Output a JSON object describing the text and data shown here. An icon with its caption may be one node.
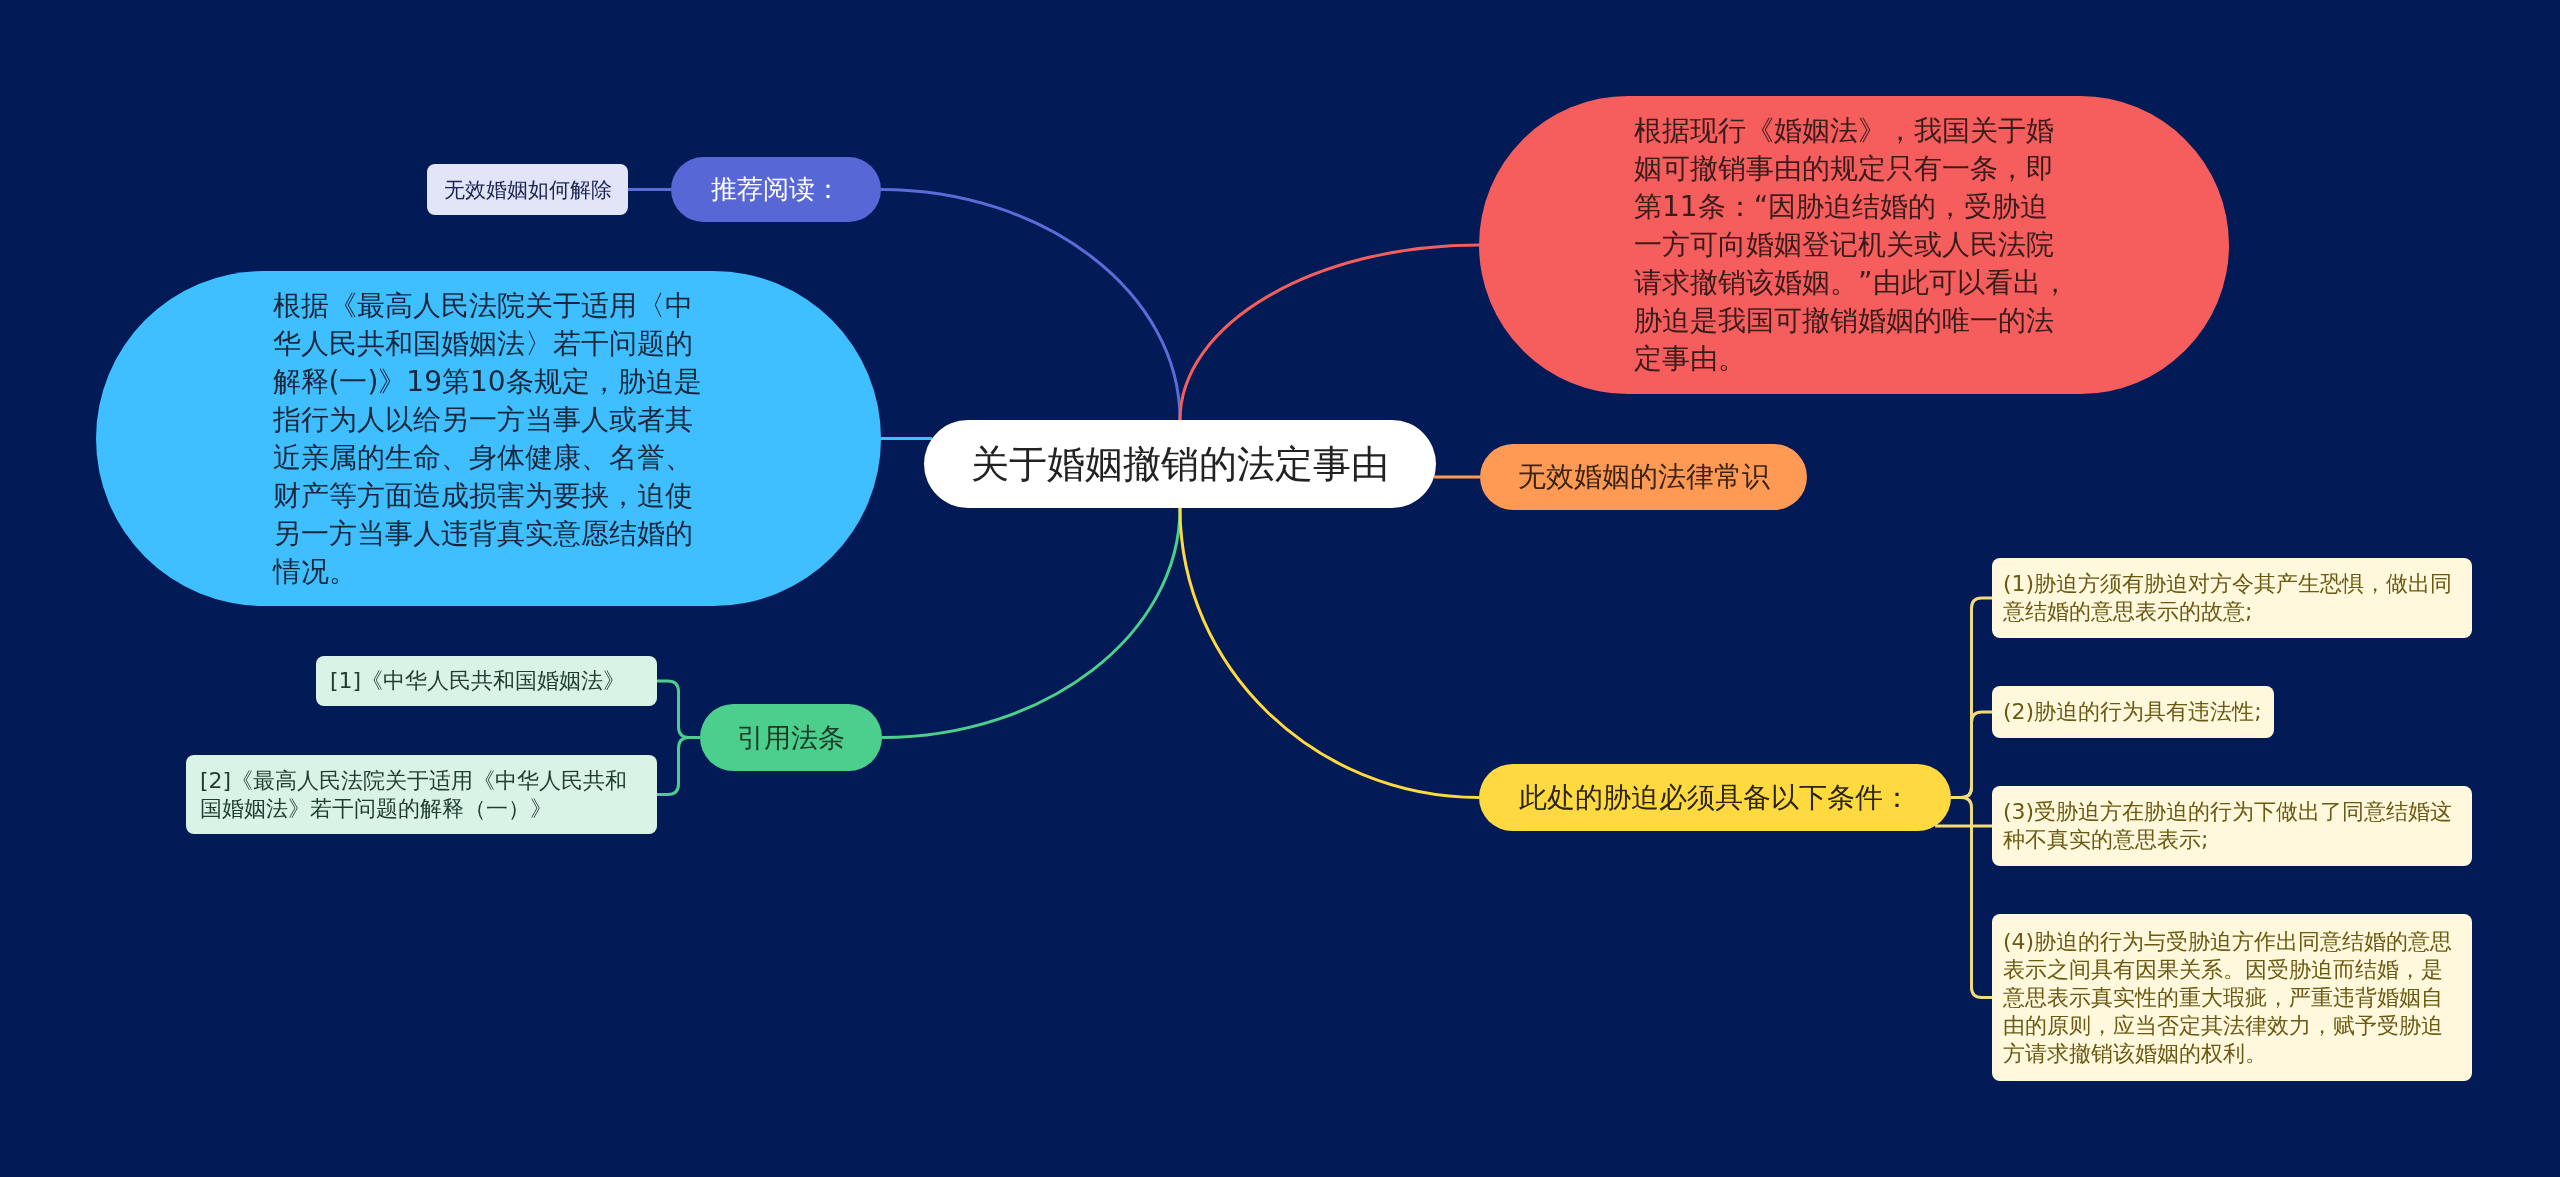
{
  "diagram": {
    "nodes": [
      {
        "text": [
          "关于婚姻撤销的法定事由"
        ]
      },
      {
        "text": [
          "推荐阅读："
        ]
      },
      {
        "text": [
          "无效婚姻如何解除"
        ]
      },
      {
        "text": [
          "根据《最高人民法院关于适用〈中华人民共和国婚姻法〉若干问题的解释(一)》19第10条规定，胁迫是指行为人以给另一方当事人或者其近亲属的生命、身体健康、名誉、财产等方面造成损害为要挟，迫使另一方当事人违背真实意愿结婚的情况。"
        ]
      },
      {
        "text": [
          "根据现行《婚姻法》，我国关于婚姻可撤销事由的规定只有一条，即第11条：“因胁迫结婚的，受胁迫一方可向婚姻登记机关或人民法院请求撤销该婚姻。”由此可以看出，胁迫是我国可撤销婚姻的唯一的法定事由。"
        ]
      },
      {
        "text": [
          "无效婚姻的法律常识"
        ]
      },
      {
        "text": [
          "引用法条"
        ]
      },
      {
        "text": [
          "[1]《中华人民共和国婚姻法》"
        ]
      },
      {
        "text": [
          "[2]《最高人民法院关于适用《中华人民共和国婚姻法》若干问题的解释（一）》"
        ]
      },
      {
        "text": [
          "此处的胁迫必须具备以下条件："
        ]
      },
      {
        "text": [
          "(1)胁迫方须有胁迫对方令其产生恐惧，做出同意结婚的意思表示的故意;"
        ]
      },
      {
        "text": [
          "(2)胁迫的行为具有违法性;"
        ]
      },
      {
        "text": [
          "(3)受胁迫方在胁迫的行为下做出了同意结婚这种不真实的意思表示;"
        ]
      },
      {
        "text": [
          "(4)胁迫的行为与受胁迫方作出同意结婚的意思表示之间具有因果关系。因受胁迫而结婚，是意思表示真实性的重大瑕疵，严重违背婚姻自由的原则，应当否定其法律效力，赋予受胁迫方请求撤销该婚姻的权利。"
        ]
      }
    ],
    "edges": [
      {
        "from": 0,
        "to": 1,
        "arrow": "none",
        "color": "#5b6bd8"
      },
      {
        "from": 1,
        "to": 2,
        "arrow": "none",
        "color": "#5b6bd8"
      },
      {
        "from": 0,
        "to": 3,
        "arrow": "none",
        "color": "#40bfff"
      },
      {
        "from": 0,
        "to": 4,
        "arrow": "none",
        "color": "#f25f5c"
      },
      {
        "from": 0,
        "to": 5,
        "arrow": "none",
        "color": "#ff9a55"
      },
      {
        "from": 0,
        "to": 6,
        "arrow": "none",
        "color": "#4ccf8c"
      },
      {
        "from": 6,
        "to": 7,
        "arrow": "none",
        "color": "#4ccf8c"
      },
      {
        "from": 6,
        "to": 8,
        "arrow": "none",
        "color": "#4ccf8c"
      },
      {
        "from": 0,
        "to": 9,
        "arrow": "none",
        "color": "#ffd940"
      },
      {
        "from": 9,
        "to": 10,
        "arrow": "none",
        "color": "#f3dc78"
      },
      {
        "from": 9,
        "to": 11,
        "arrow": "none",
        "color": "#f3dc78"
      },
      {
        "from": 9,
        "to": 12,
        "arrow": "none",
        "color": "#f3dc78"
      },
      {
        "from": 9,
        "to": 13,
        "arrow": "none",
        "color": "#f3dc78"
      }
    ]
  }
}
